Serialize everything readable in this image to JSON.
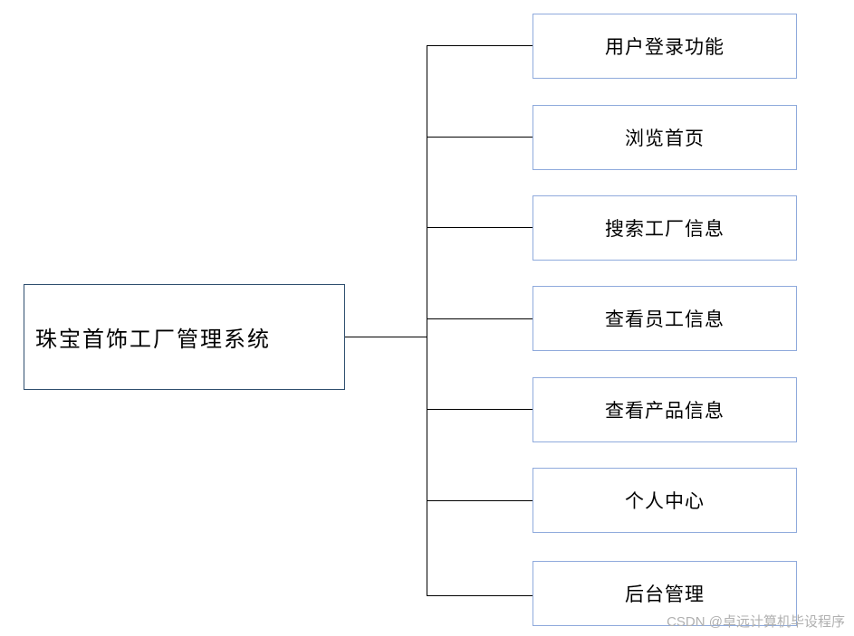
{
  "diagram": {
    "type": "tree",
    "root": {
      "label": "珠宝首饰工厂管理系统"
    },
    "children": [
      {
        "label": "用户登录功能"
      },
      {
        "label": "浏览首页"
      },
      {
        "label": "搜索工厂信息"
      },
      {
        "label": "查看员工信息"
      },
      {
        "label": "查看产品信息"
      },
      {
        "label": "个人中心"
      },
      {
        "label": "后台管理"
      }
    ]
  },
  "watermark": {
    "text": "CSDN @卓远计算机毕设程序"
  },
  "colors": {
    "node_border": "#8faadc",
    "root_border": "#2f4f6f",
    "line": "#000000",
    "watermark": "#b0b0b0"
  }
}
